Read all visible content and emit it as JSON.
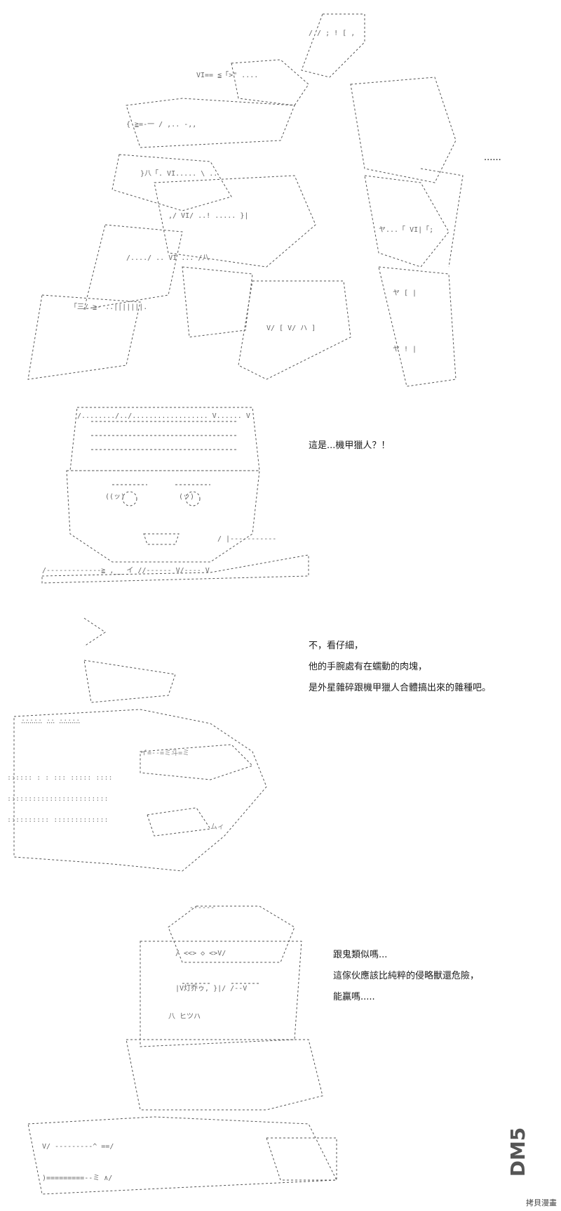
{
  "panel1": {
    "caption": "......"
  },
  "panel2": {
    "caption": "這是...機甲獵人？！"
  },
  "panel3": {
    "lines": [
      "不，看仔細，",
      "他的手腕處有在蠕動的肉塊，",
      "是外星雜碎跟機甲獵人合體搞出來的雜種吧。"
    ]
  },
  "panel4": {
    "lines": [
      "跟鬼類似嗎...",
      "這傢伙應該比純粹的侵略獸還危險，",
      "能贏嗎....."
    ]
  },
  "watermark": {
    "logo_text": "DM5",
    "site_text": "拷貝漫畫"
  }
}
